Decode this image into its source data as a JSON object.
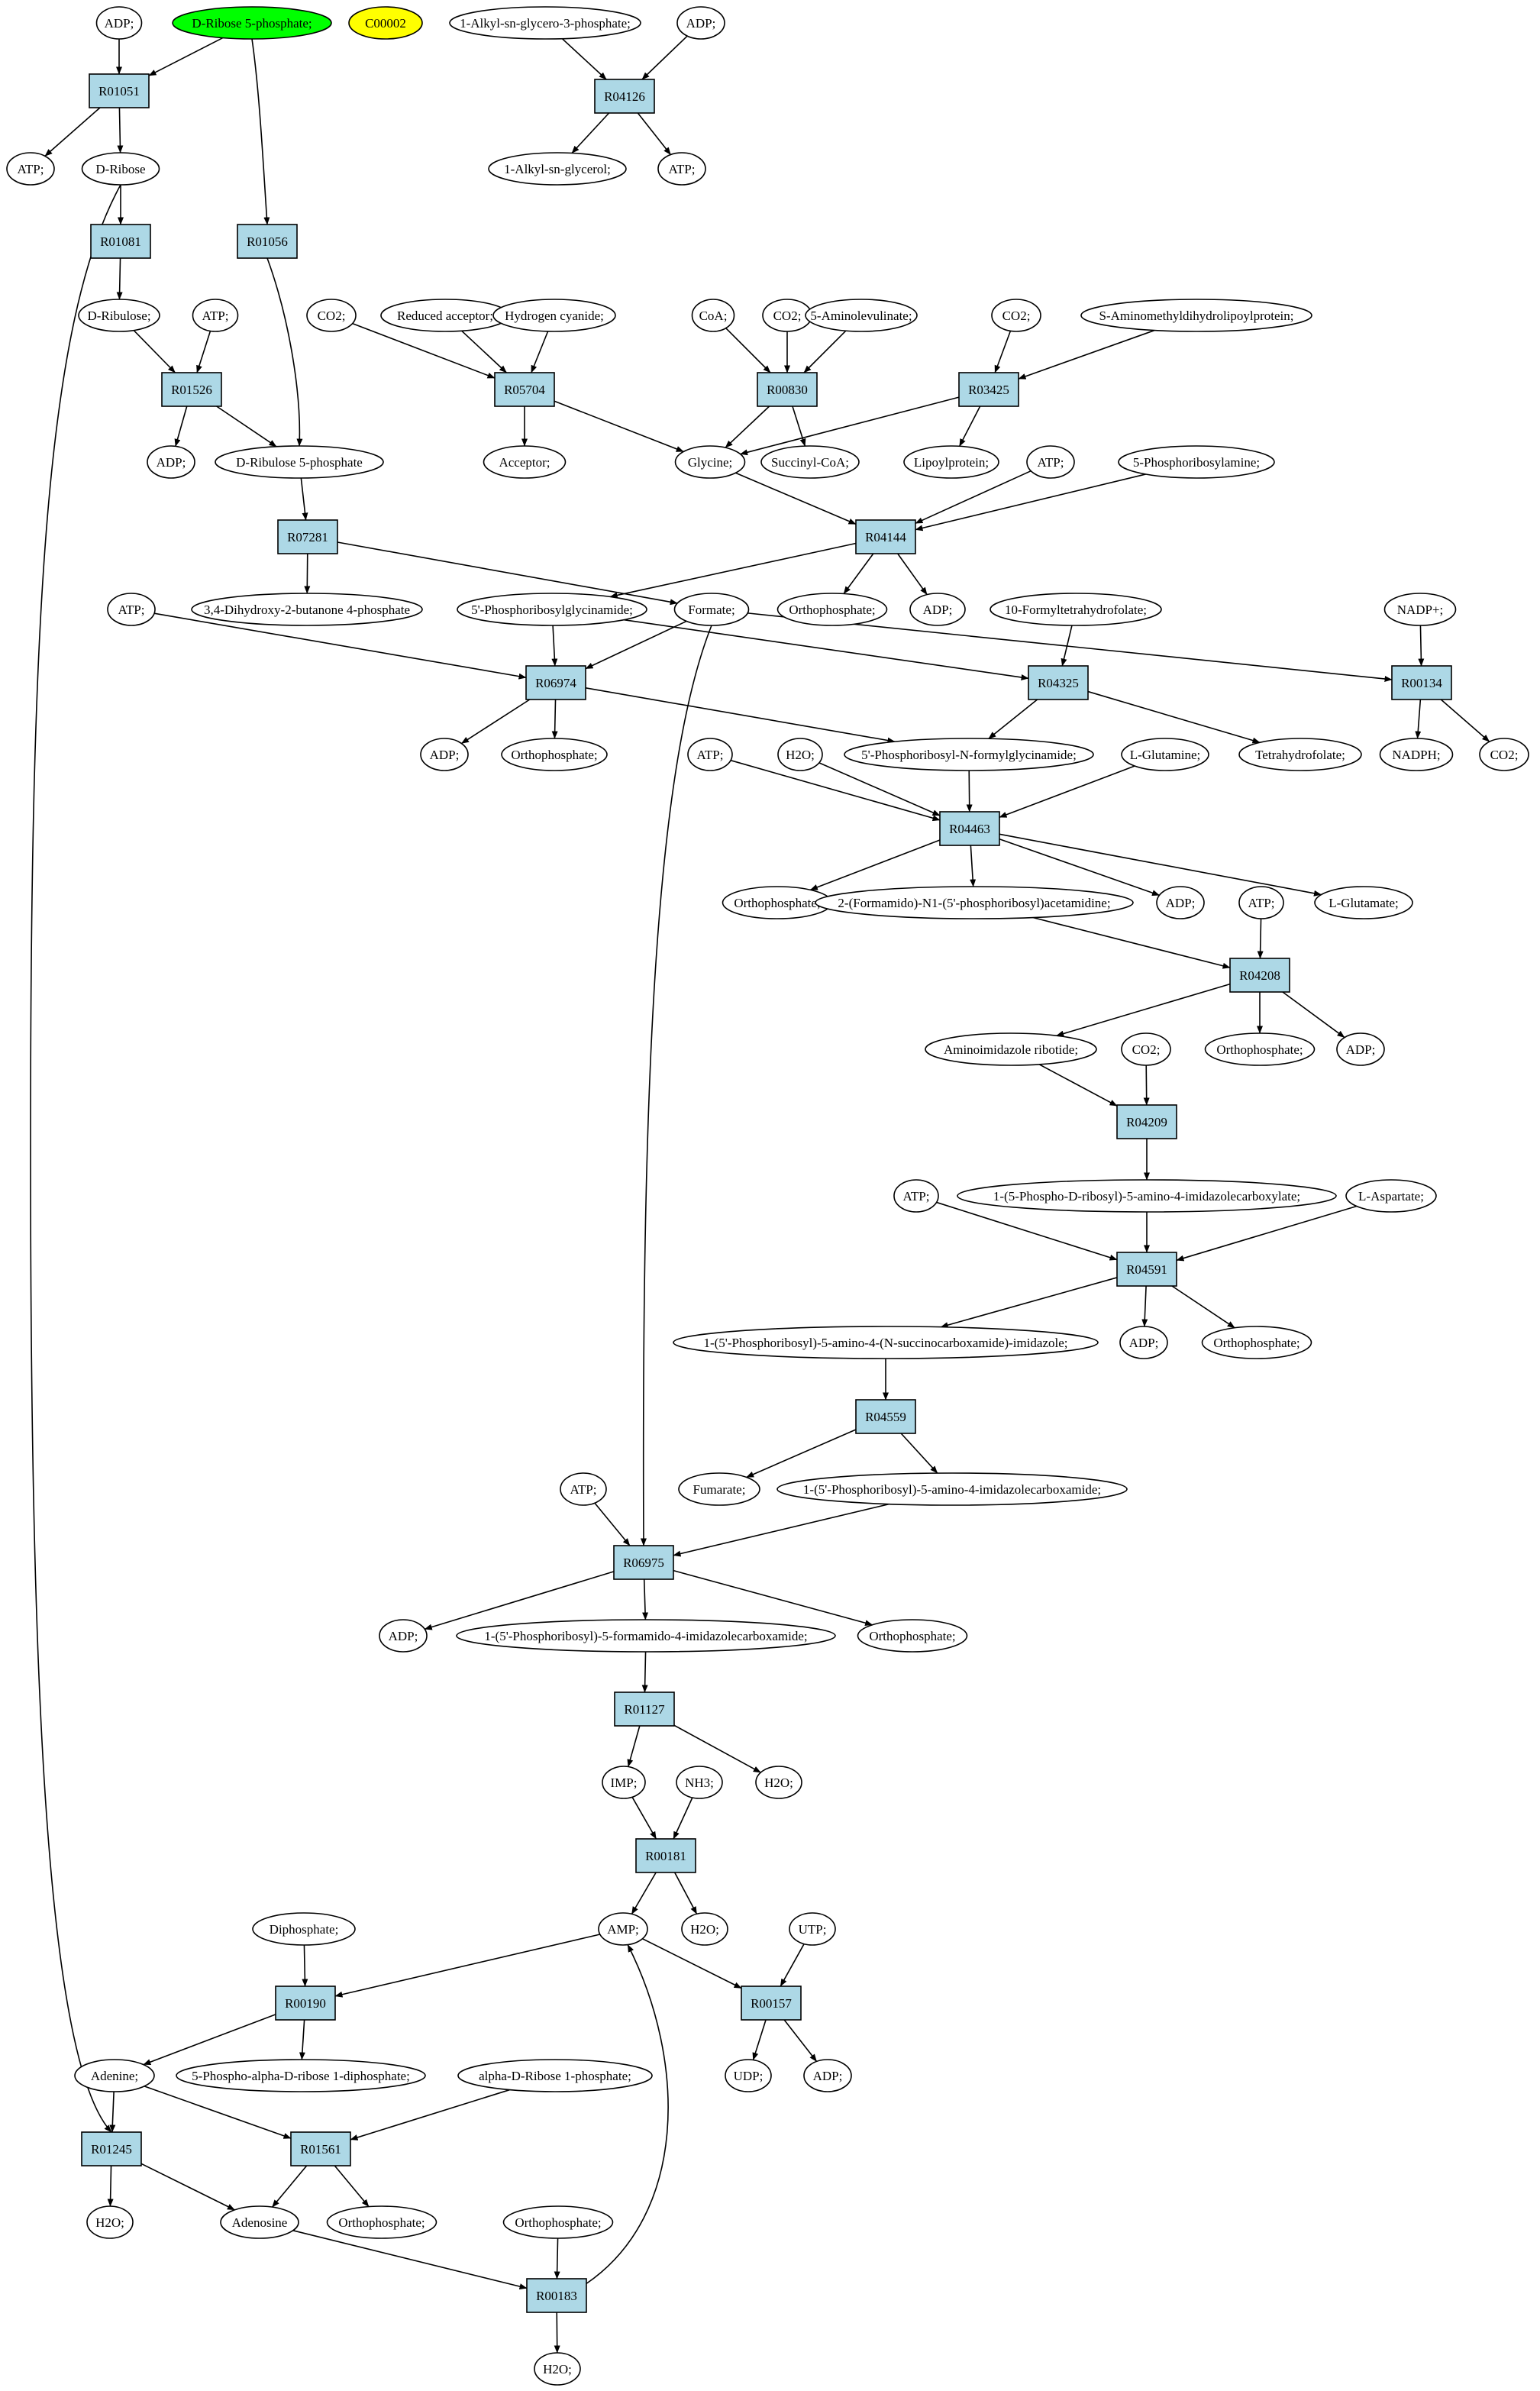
{
  "colors": {
    "reaction_fill": "#add8e6",
    "start_compound_fill": "#00ff00",
    "highlight_compound_fill": "#ffff00",
    "compound_fill": "#ffffff",
    "stroke": "#000000"
  },
  "nodes": [
    {
      "id": "c_adp1",
      "kind": "compound",
      "label": "ADP;"
    },
    {
      "id": "c_r5p",
      "kind": "compound-start",
      "label": "D-Ribose 5-phosphate;"
    },
    {
      "id": "c_c00002",
      "kind": "compound-highlight",
      "label": "C00002"
    },
    {
      "id": "c_alkylg3p",
      "kind": "compound",
      "label": "1-Alkyl-sn-glycero-3-phosphate;"
    },
    {
      "id": "c_adp2",
      "kind": "compound",
      "label": "ADP;"
    },
    {
      "id": "r_R01051",
      "kind": "reaction",
      "label": "R01051"
    },
    {
      "id": "r_R04126",
      "kind": "reaction",
      "label": "R04126"
    },
    {
      "id": "c_atp1",
      "kind": "compound",
      "label": "ATP;"
    },
    {
      "id": "c_dribose",
      "kind": "compound",
      "label": "D-Ribose"
    },
    {
      "id": "c_alkylglycerol",
      "kind": "compound",
      "label": "1-Alkyl-sn-glycerol;"
    },
    {
      "id": "c_atp2",
      "kind": "compound",
      "label": "ATP;"
    },
    {
      "id": "r_R01081",
      "kind": "reaction",
      "label": "R01081"
    },
    {
      "id": "r_R01056",
      "kind": "reaction",
      "label": "R01056"
    },
    {
      "id": "c_dribulose",
      "kind": "compound",
      "label": "D-Ribulose;"
    },
    {
      "id": "c_atp3",
      "kind": "compound",
      "label": "ATP;"
    },
    {
      "id": "c_co2_1",
      "kind": "compound",
      "label": "CO2;"
    },
    {
      "id": "c_redacc",
      "kind": "compound",
      "label": "Reduced acceptor;"
    },
    {
      "id": "c_hcn",
      "kind": "compound",
      "label": "Hydrogen cyanide;"
    },
    {
      "id": "c_coa",
      "kind": "compound",
      "label": "CoA;"
    },
    {
      "id": "c_co2_2",
      "kind": "compound",
      "label": "CO2;"
    },
    {
      "id": "c_ala",
      "kind": "compound",
      "label": "5-Aminolevulinate;"
    },
    {
      "id": "c_co2_3",
      "kind": "compound",
      "label": "CO2;"
    },
    {
      "id": "c_samdlp",
      "kind": "compound",
      "label": "S-Aminomethyldihydrolipoylprotein;"
    },
    {
      "id": "r_R01526",
      "kind": "reaction",
      "label": "R01526"
    },
    {
      "id": "r_R05704",
      "kind": "reaction",
      "label": "R05704"
    },
    {
      "id": "r_R00830",
      "kind": "reaction",
      "label": "R00830"
    },
    {
      "id": "r_R03425",
      "kind": "reaction",
      "label": "R03425"
    },
    {
      "id": "c_adp3",
      "kind": "compound",
      "label": "ADP;"
    },
    {
      "id": "c_dru5p",
      "kind": "compound",
      "label": "D-Ribulose 5-phosphate"
    },
    {
      "id": "c_acceptor",
      "kind": "compound",
      "label": "Acceptor;"
    },
    {
      "id": "c_glycine",
      "kind": "compound",
      "label": "Glycine;"
    },
    {
      "id": "c_succoa",
      "kind": "compound",
      "label": "Succinyl-CoA;"
    },
    {
      "id": "c_lipoprot",
      "kind": "compound",
      "label": "Lipoylprotein;"
    },
    {
      "id": "c_atp4",
      "kind": "compound",
      "label": "ATP;"
    },
    {
      "id": "c_pra",
      "kind": "compound",
      "label": "5-Phosphoribosylamine;"
    },
    {
      "id": "r_R07281",
      "kind": "reaction",
      "label": "R07281"
    },
    {
      "id": "r_R04144",
      "kind": "reaction",
      "label": "R04144"
    },
    {
      "id": "c_atp5",
      "kind": "compound",
      "label": "ATP;"
    },
    {
      "id": "c_dhbp",
      "kind": "compound",
      "label": "3,4-Dihydroxy-2-butanone 4-phosphate"
    },
    {
      "id": "c_gar",
      "kind": "compound",
      "label": "5'-Phosphoribosylglycinamide;"
    },
    {
      "id": "c_formate",
      "kind": "compound",
      "label": "Formate;"
    },
    {
      "id": "c_pi1",
      "kind": "compound",
      "label": "Orthophosphate;"
    },
    {
      "id": "c_adp4",
      "kind": "compound",
      "label": "ADP;"
    },
    {
      "id": "c_10fthf",
      "kind": "compound",
      "label": "10-Formyltetrahydrofolate;"
    },
    {
      "id": "c_nadp",
      "kind": "compound",
      "label": "NADP+;"
    },
    {
      "id": "r_R06974",
      "kind": "reaction",
      "label": "R06974"
    },
    {
      "id": "r_R04325",
      "kind": "reaction",
      "label": "R04325"
    },
    {
      "id": "r_R00134",
      "kind": "reaction",
      "label": "R00134"
    },
    {
      "id": "c_adp5",
      "kind": "compound",
      "label": "ADP;"
    },
    {
      "id": "c_pi2",
      "kind": "compound",
      "label": "Orthophosphate;"
    },
    {
      "id": "c_atp6",
      "kind": "compound",
      "label": "ATP;"
    },
    {
      "id": "c_h2o1",
      "kind": "compound",
      "label": "H2O;"
    },
    {
      "id": "c_fgar",
      "kind": "compound",
      "label": "5'-Phosphoribosyl-N-formylglycinamide;"
    },
    {
      "id": "c_gln",
      "kind": "compound",
      "label": "L-Glutamine;"
    },
    {
      "id": "c_thf",
      "kind": "compound",
      "label": "Tetrahydrofolate;"
    },
    {
      "id": "c_nadph",
      "kind": "compound",
      "label": "NADPH;"
    },
    {
      "id": "c_co2_4",
      "kind": "compound",
      "label": "CO2;"
    },
    {
      "id": "r_R04463",
      "kind": "reaction",
      "label": "R04463"
    },
    {
      "id": "c_pi3",
      "kind": "compound",
      "label": "Orthophosphate;"
    },
    {
      "id": "c_fgam",
      "kind": "compound",
      "label": "2-(Formamido)-N1-(5'-phosphoribosyl)acetamidine;"
    },
    {
      "id": "c_adp6",
      "kind": "compound",
      "label": "ADP;"
    },
    {
      "id": "c_atp7",
      "kind": "compound",
      "label": "ATP;"
    },
    {
      "id": "c_glu",
      "kind": "compound",
      "label": "L-Glutamate;"
    },
    {
      "id": "r_R04208",
      "kind": "reaction",
      "label": "R04208"
    },
    {
      "id": "c_air",
      "kind": "compound",
      "label": "Aminoimidazole ribotide;"
    },
    {
      "id": "c_co2_5",
      "kind": "compound",
      "label": "CO2;"
    },
    {
      "id": "c_pi4",
      "kind": "compound",
      "label": "Orthophosphate;"
    },
    {
      "id": "c_adp7",
      "kind": "compound",
      "label": "ADP;"
    },
    {
      "id": "r_R04209",
      "kind": "reaction",
      "label": "R04209"
    },
    {
      "id": "c_atp8",
      "kind": "compound",
      "label": "ATP;"
    },
    {
      "id": "c_cair",
      "kind": "compound",
      "label": "1-(5-Phospho-D-ribosyl)-5-amino-4-imidazolecarboxylate;"
    },
    {
      "id": "c_asp",
      "kind": "compound",
      "label": "L-Aspartate;"
    },
    {
      "id": "r_R04591",
      "kind": "reaction",
      "label": "R04591"
    },
    {
      "id": "c_saicar",
      "kind": "compound",
      "label": "1-(5'-Phosphoribosyl)-5-amino-4-(N-succinocarboxamide)-imidazole;"
    },
    {
      "id": "c_adp8",
      "kind": "compound",
      "label": "ADP;"
    },
    {
      "id": "c_pi5",
      "kind": "compound",
      "label": "Orthophosphate;"
    },
    {
      "id": "r_R04559",
      "kind": "reaction",
      "label": "R04559"
    },
    {
      "id": "c_fumarate",
      "kind": "compound",
      "label": "Fumarate;"
    },
    {
      "id": "c_aicar",
      "kind": "compound",
      "label": "1-(5'-Phosphoribosyl)-5-amino-4-imidazolecarboxamide;"
    },
    {
      "id": "c_atp9",
      "kind": "compound",
      "label": "ATP;"
    },
    {
      "id": "r_R06975",
      "kind": "reaction",
      "label": "R06975"
    },
    {
      "id": "c_adp9",
      "kind": "compound",
      "label": "ADP;"
    },
    {
      "id": "c_faicar",
      "kind": "compound",
      "label": "1-(5'-Phosphoribosyl)-5-formamido-4-imidazolecarboxamide;"
    },
    {
      "id": "c_pi6",
      "kind": "compound",
      "label": "Orthophosphate;"
    },
    {
      "id": "r_R01127",
      "kind": "reaction",
      "label": "R01127"
    },
    {
      "id": "c_imp",
      "kind": "compound",
      "label": "IMP;"
    },
    {
      "id": "c_nh3",
      "kind": "compound",
      "label": "NH3;"
    },
    {
      "id": "c_h2o2",
      "kind": "compound",
      "label": "H2O;"
    },
    {
      "id": "r_R00181",
      "kind": "reaction",
      "label": "R00181"
    },
    {
      "id": "c_diphos",
      "kind": "compound",
      "label": "Diphosphate;"
    },
    {
      "id": "c_amp",
      "kind": "compound",
      "label": "AMP;"
    },
    {
      "id": "c_h2o3",
      "kind": "compound",
      "label": "H2O;"
    },
    {
      "id": "c_utp",
      "kind": "compound",
      "label": "UTP;"
    },
    {
      "id": "r_R00190",
      "kind": "reaction",
      "label": "R00190"
    },
    {
      "id": "r_R00157",
      "kind": "reaction",
      "label": "R00157"
    },
    {
      "id": "c_adenine",
      "kind": "compound",
      "label": "Adenine;"
    },
    {
      "id": "c_prpp",
      "kind": "compound",
      "label": "5-Phospho-alpha-D-ribose 1-diphosphate;"
    },
    {
      "id": "c_r1p",
      "kind": "compound",
      "label": "alpha-D-Ribose 1-phosphate;"
    },
    {
      "id": "c_udp",
      "kind": "compound",
      "label": "UDP;"
    },
    {
      "id": "c_adp10",
      "kind": "compound",
      "label": "ADP;"
    },
    {
      "id": "r_R01245",
      "kind": "reaction",
      "label": "R01245"
    },
    {
      "id": "r_R01561",
      "kind": "reaction",
      "label": "R01561"
    },
    {
      "id": "c_h2o4",
      "kind": "compound",
      "label": "H2O;"
    },
    {
      "id": "c_adenosine",
      "kind": "compound",
      "label": "Adenosine"
    },
    {
      "id": "c_pi7",
      "kind": "compound",
      "label": "Orthophosphate;"
    },
    {
      "id": "c_pi8",
      "kind": "compound",
      "label": "Orthophosphate;"
    },
    {
      "id": "r_R00183",
      "kind": "reaction",
      "label": "R00183"
    },
    {
      "id": "c_h2o5",
      "kind": "compound",
      "label": "H2O;"
    }
  ],
  "edges": [
    [
      "c_adp1",
      "r_R01051"
    ],
    [
      "c_r5p",
      "r_R01051"
    ],
    [
      "r_R01051",
      "c_atp1"
    ],
    [
      "r_R01051",
      "c_dribose"
    ],
    [
      "c_alkylg3p",
      "r_R04126"
    ],
    [
      "c_adp2",
      "r_R04126"
    ],
    [
      "r_R04126",
      "c_alkylglycerol"
    ],
    [
      "r_R04126",
      "c_atp2"
    ],
    [
      "c_dribose",
      "r_R01081"
    ],
    [
      "r_R01081",
      "c_dribulose"
    ],
    [
      "c_r5p",
      "r_R01056"
    ],
    [
      "c_dribulose",
      "r_R01526"
    ],
    [
      "c_atp3",
      "r_R01526"
    ],
    [
      "r_R01526",
      "c_adp3"
    ],
    [
      "r_R01526",
      "c_dru5p"
    ],
    [
      "r_R01056",
      "c_dru5p"
    ],
    [
      "c_co2_1",
      "r_R05704"
    ],
    [
      "c_redacc",
      "r_R05704"
    ],
    [
      "c_hcn",
      "r_R05704"
    ],
    [
      "r_R05704",
      "c_acceptor"
    ],
    [
      "r_R05704",
      "c_glycine"
    ],
    [
      "c_coa",
      "r_R00830"
    ],
    [
      "c_co2_2",
      "r_R00830"
    ],
    [
      "c_ala",
      "r_R00830"
    ],
    [
      "r_R00830",
      "c_glycine"
    ],
    [
      "r_R00830",
      "c_succoa"
    ],
    [
      "c_co2_3",
      "r_R03425"
    ],
    [
      "c_samdlp",
      "r_R03425"
    ],
    [
      "r_R03425",
      "c_glycine"
    ],
    [
      "r_R03425",
      "c_lipoprot"
    ],
    [
      "c_dru5p",
      "r_R07281"
    ],
    [
      "r_R07281",
      "c_dhbp"
    ],
    [
      "r_R07281",
      "c_formate"
    ],
    [
      "c_glycine",
      "r_R04144"
    ],
    [
      "c_atp4",
      "r_R04144"
    ],
    [
      "c_pra",
      "r_R04144"
    ],
    [
      "r_R04144",
      "c_gar"
    ],
    [
      "r_R04144",
      "c_pi1"
    ],
    [
      "r_R04144",
      "c_adp4"
    ],
    [
      "c_atp5",
      "r_R06974"
    ],
    [
      "c_gar",
      "r_R06974"
    ],
    [
      "c_formate",
      "r_R06974"
    ],
    [
      "r_R06974",
      "c_adp5"
    ],
    [
      "r_R06974",
      "c_pi2"
    ],
    [
      "r_R06974",
      "c_fgar"
    ],
    [
      "c_gar",
      "r_R04325"
    ],
    [
      "c_10fthf",
      "r_R04325"
    ],
    [
      "r_R04325",
      "c_fgar"
    ],
    [
      "r_R04325",
      "c_thf"
    ],
    [
      "c_formate",
      "r_R00134"
    ],
    [
      "c_nadp",
      "r_R00134"
    ],
    [
      "r_R00134",
      "c_nadph"
    ],
    [
      "r_R00134",
      "c_co2_4"
    ],
    [
      "c_atp6",
      "r_R04463"
    ],
    [
      "c_h2o1",
      "r_R04463"
    ],
    [
      "c_fgar",
      "r_R04463"
    ],
    [
      "c_gln",
      "r_R04463"
    ],
    [
      "r_R04463",
      "c_pi3"
    ],
    [
      "r_R04463",
      "c_fgam"
    ],
    [
      "r_R04463",
      "c_adp6"
    ],
    [
      "r_R04463",
      "c_glu"
    ],
    [
      "c_fgam",
      "r_R04208"
    ],
    [
      "c_atp7",
      "r_R04208"
    ],
    [
      "r_R04208",
      "c_air"
    ],
    [
      "r_R04208",
      "c_pi4"
    ],
    [
      "r_R04208",
      "c_adp7"
    ],
    [
      "c_air",
      "r_R04209"
    ],
    [
      "c_co2_5",
      "r_R04209"
    ],
    [
      "r_R04209",
      "c_cair"
    ],
    [
      "c_atp8",
      "r_R04591"
    ],
    [
      "c_cair",
      "r_R04591"
    ],
    [
      "c_asp",
      "r_R04591"
    ],
    [
      "r_R04591",
      "c_saicar"
    ],
    [
      "r_R04591",
      "c_adp8"
    ],
    [
      "r_R04591",
      "c_pi5"
    ],
    [
      "c_saicar",
      "r_R04559"
    ],
    [
      "r_R04559",
      "c_fumarate"
    ],
    [
      "r_R04559",
      "c_aicar"
    ],
    [
      "c_formate",
      "r_R06975"
    ],
    [
      "c_atp9",
      "r_R06975"
    ],
    [
      "c_aicar",
      "r_R06975"
    ],
    [
      "r_R06975",
      "c_adp9"
    ],
    [
      "r_R06975",
      "c_faicar"
    ],
    [
      "r_R06975",
      "c_pi6"
    ],
    [
      "c_faicar",
      "r_R01127"
    ],
    [
      "r_R01127",
      "c_imp"
    ],
    [
      "r_R01127",
      "c_h2o2"
    ],
    [
      "c_imp",
      "r_R00181"
    ],
    [
      "c_nh3",
      "r_R00181"
    ],
    [
      "r_R00181",
      "c_amp"
    ],
    [
      "r_R00181",
      "c_h2o3"
    ],
    [
      "c_diphos",
      "r_R00190"
    ],
    [
      "c_amp",
      "r_R00190"
    ],
    [
      "r_R00190",
      "c_adenine"
    ],
    [
      "r_R00190",
      "c_prpp"
    ],
    [
      "c_amp",
      "r_R00157"
    ],
    [
      "c_utp",
      "r_R00157"
    ],
    [
      "r_R00157",
      "c_udp"
    ],
    [
      "r_R00157",
      "c_adp10"
    ],
    [
      "c_adenine",
      "r_R01245"
    ],
    [
      "c_dribose",
      "r_R01245"
    ],
    [
      "r_R01245",
      "c_h2o4"
    ],
    [
      "r_R01245",
      "c_adenosine"
    ],
    [
      "c_adenine",
      "r_R01561"
    ],
    [
      "c_r1p",
      "r_R01561"
    ],
    [
      "r_R01561",
      "c_adenosine"
    ],
    [
      "r_R01561",
      "c_pi7"
    ],
    [
      "c_adenosine",
      "r_R00183"
    ],
    [
      "c_pi8",
      "r_R00183"
    ],
    [
      "r_R00183",
      "c_h2o5"
    ],
    [
      "r_R00183",
      "c_amp"
    ]
  ]
}
